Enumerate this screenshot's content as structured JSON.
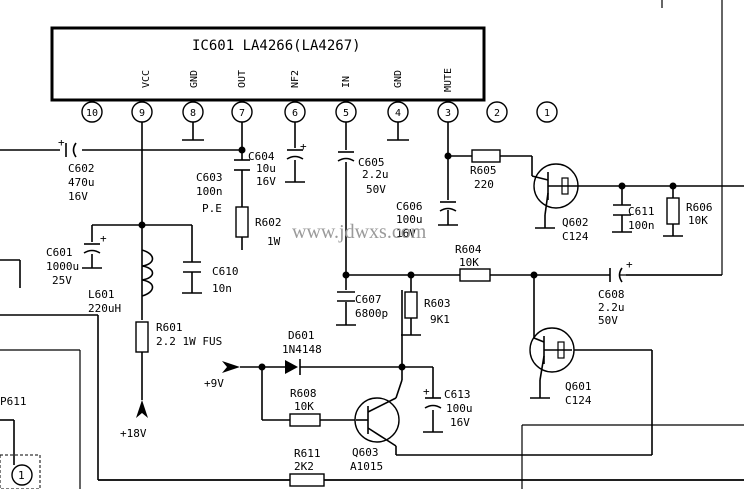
{
  "ic": {
    "title": "IC601   LA4266(LA4267)",
    "pin_labels": [
      "VCC",
      "GND",
      "OUT",
      "NF2",
      "IN",
      "GND",
      "MUTE"
    ],
    "pin_numbers": [
      "10",
      "9",
      "8",
      "7",
      "6",
      "5",
      "4",
      "3",
      "2",
      "1"
    ]
  },
  "components": {
    "c602": [
      "C602",
      "470u",
      "16V"
    ],
    "c603": [
      "C603",
      "100n",
      "P.E"
    ],
    "c604": [
      "C604",
      "10u",
      "16V"
    ],
    "c605": [
      "C605",
      "2.2u",
      "50V"
    ],
    "c606": [
      "C606",
      "100u",
      "16V"
    ],
    "c607": [
      "C607",
      "6800p"
    ],
    "c608": [
      "C608",
      "2.2u",
      "50V"
    ],
    "c610": [
      "C610",
      "10n"
    ],
    "c611": [
      "C611",
      "100n"
    ],
    "c601": [
      "C601",
      "1000u",
      "25V"
    ],
    "c613": [
      "C613",
      "100u",
      "16V"
    ],
    "l601": [
      "L601",
      "220uH"
    ],
    "r601": [
      "R601",
      "2.2  1W FUS"
    ],
    "r602": [
      "R602",
      "1W"
    ],
    "r603": [
      "R603",
      "9K1"
    ],
    "r604": [
      "R604",
      "10K"
    ],
    "r605": [
      "R605",
      "220"
    ],
    "r606": [
      "R606",
      "10K"
    ],
    "r608": [
      "R608",
      "10K"
    ],
    "r611": [
      "R611",
      "2K2"
    ],
    "d601": [
      "D601",
      "1N4148"
    ],
    "q601": [
      "Q601",
      "C124"
    ],
    "q602": [
      "Q602",
      "C124"
    ],
    "q603": [
      "Q603",
      "A1015"
    ]
  },
  "rails": {
    "plus9": "+9V",
    "plus18": "+18V"
  },
  "edge": {
    "p611": "P611",
    "p611_pin": "1"
  },
  "watermark": "www.jdwxs.com"
}
